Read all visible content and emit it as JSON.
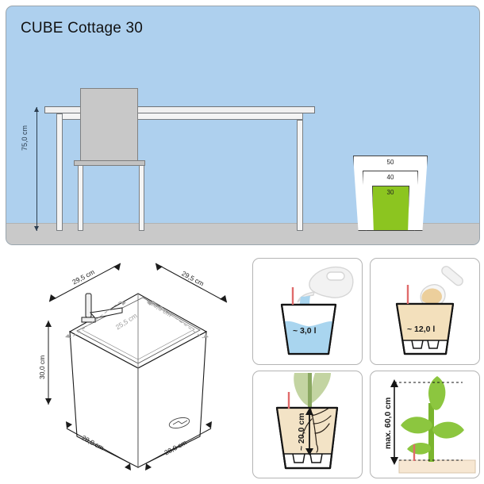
{
  "scene": {
    "title": "CUBE Cottage 30",
    "height_dimension": "75,0 cm",
    "pot_sizes": [
      "50",
      "40",
      "30"
    ],
    "colors": {
      "background": "#aed0ee",
      "floor": "#c9c9c9",
      "highlight_pot": "#8cc520"
    }
  },
  "cube_drawing": {
    "top_left_width": "29,5 cm",
    "top_right_width": "29,5 cm",
    "inner_left": "25,5 cm",
    "inner_right": "25,5 cm",
    "height": "30,0 cm",
    "bottom_left_width": "28,0 cm",
    "bottom_right_width": "28,0 cm",
    "brand": "LECHUZA"
  },
  "panels": [
    {
      "name": "water-reservoir",
      "label": "~ 3,0 l",
      "icon": "watering-can-icon",
      "fill_color": "#a9d5ef"
    },
    {
      "name": "substrate-volume",
      "label": "~ 12,0 l",
      "icon": "scoop-icon",
      "fill_color": "#f3e0bc"
    },
    {
      "name": "planting-depth",
      "label": "~ 20,0 cm",
      "icon": "root-plant-icon",
      "fill_color": "#f3e3c6"
    },
    {
      "name": "max-plant-height",
      "label": "max. 60,0 cm",
      "icon": "plant-icon",
      "fill_color": "#8cc63f"
    }
  ]
}
